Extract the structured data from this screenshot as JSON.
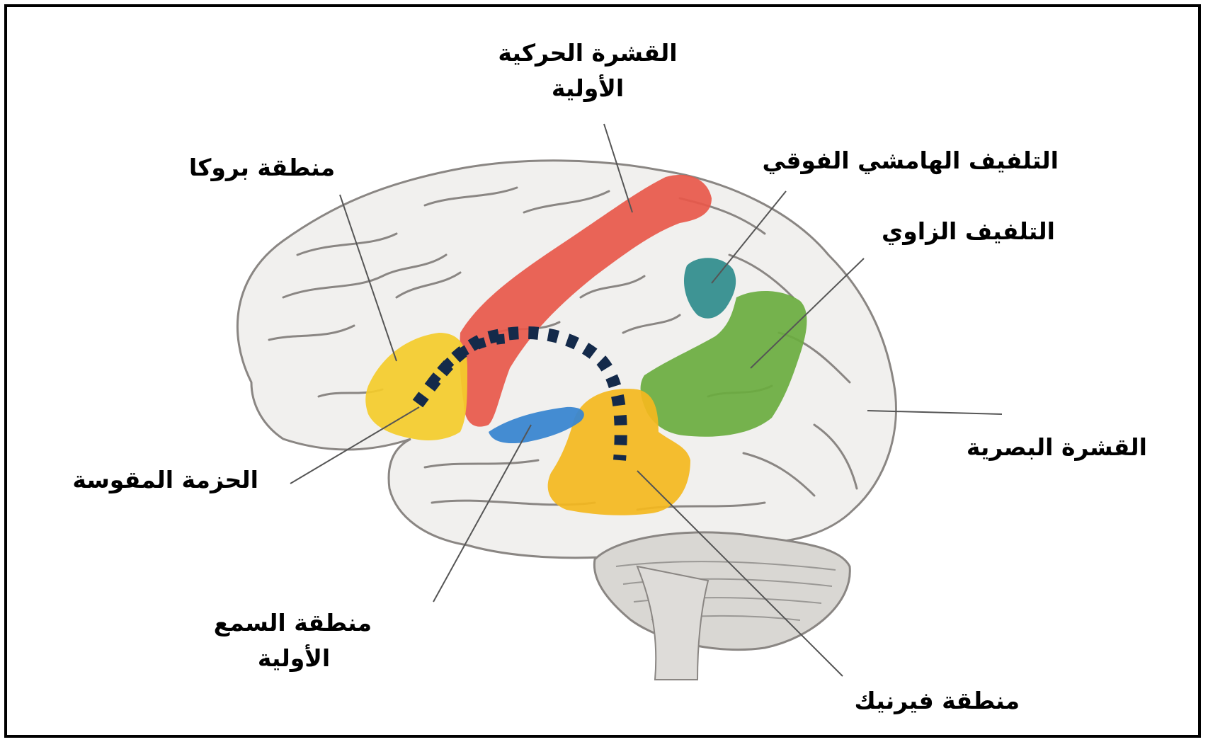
{
  "colors": {
    "motor_cortex": "#e8584a",
    "supramarginal": "#2f8c8c",
    "angular": "#6aac3f",
    "broca": "#f4cc2a",
    "wernicke": "#f4b81e",
    "auditory": "#3a86d0",
    "arcuate": "#142a4a",
    "brain_fill": "#f1f0ee",
    "cerebellum": "#d9d7d3",
    "gyri_lines": "#8a8683",
    "leader_lines": "#555555"
  },
  "labels": {
    "motor_cortex": [
      "القشرة الحركية",
      "الأولية"
    ],
    "broca": "منطقة بروكا",
    "supramarginal": "التلفيف الهامشي الفوقي",
    "angular": "التلفيف الزاوي",
    "visual": "القشرة البصرية",
    "arcuate": "الحزمة المقوسة",
    "auditory": [
      "منطقة السمع",
      "الأولية"
    ],
    "wernicke": "منطقة فيرنيك"
  }
}
